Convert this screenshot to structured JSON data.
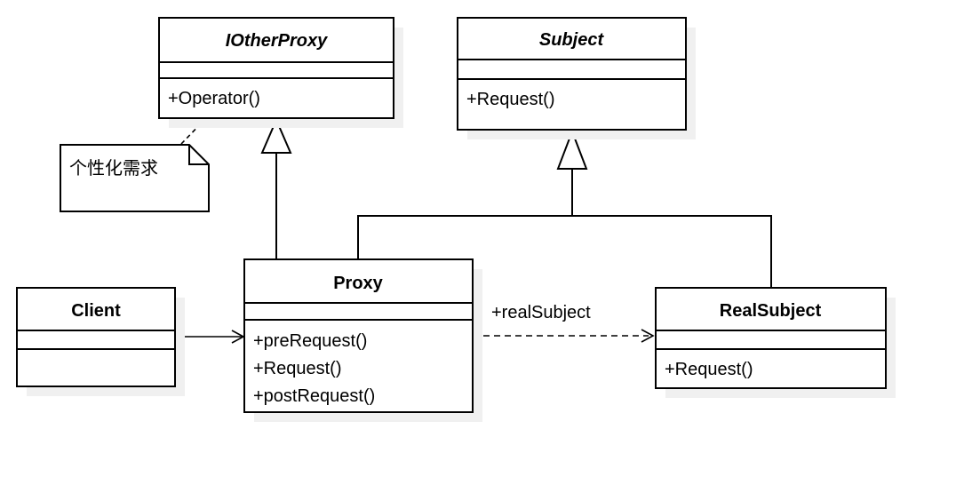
{
  "diagram": {
    "kind": "uml-class-diagram",
    "pattern": "Proxy",
    "classes": {
      "iotherproxy": {
        "name": "IOtherProxy",
        "abstract": true,
        "attributes": [],
        "methods": [
          "+Operator()"
        ]
      },
      "subject": {
        "name": "Subject",
        "abstract": true,
        "attributes": [],
        "methods": [
          "+Request()"
        ]
      },
      "proxy": {
        "name": "Proxy",
        "abstract": false,
        "attributes": [],
        "methods": [
          "+preRequest()",
          "+Request()",
          "+postRequest()"
        ]
      },
      "client": {
        "name": "Client",
        "abstract": false,
        "attributes": [],
        "methods": []
      },
      "realsubject": {
        "name": "RealSubject",
        "abstract": false,
        "attributes": [],
        "methods": [
          "+Request()"
        ]
      }
    },
    "note": {
      "text": "个性化需求"
    },
    "relations": [
      {
        "from": "Proxy",
        "to": "IOtherProxy",
        "type": "generalization",
        "label": ""
      },
      {
        "from": "Proxy",
        "to": "Subject",
        "type": "generalization",
        "label": ""
      },
      {
        "from": "RealSubject",
        "to": "Subject",
        "type": "generalization",
        "label": ""
      },
      {
        "from": "Client",
        "to": "Proxy",
        "type": "association",
        "label": ""
      },
      {
        "from": "Proxy",
        "to": "RealSubject",
        "type": "dependency",
        "label": "+realSubject"
      },
      {
        "from": "note",
        "to": "IOtherProxy",
        "type": "note-link",
        "label": ""
      }
    ]
  },
  "colors": {
    "stroke": "#000000",
    "box_fill": "#ffffff",
    "shadow": "#f0f0f0",
    "background": "#ffffff"
  }
}
